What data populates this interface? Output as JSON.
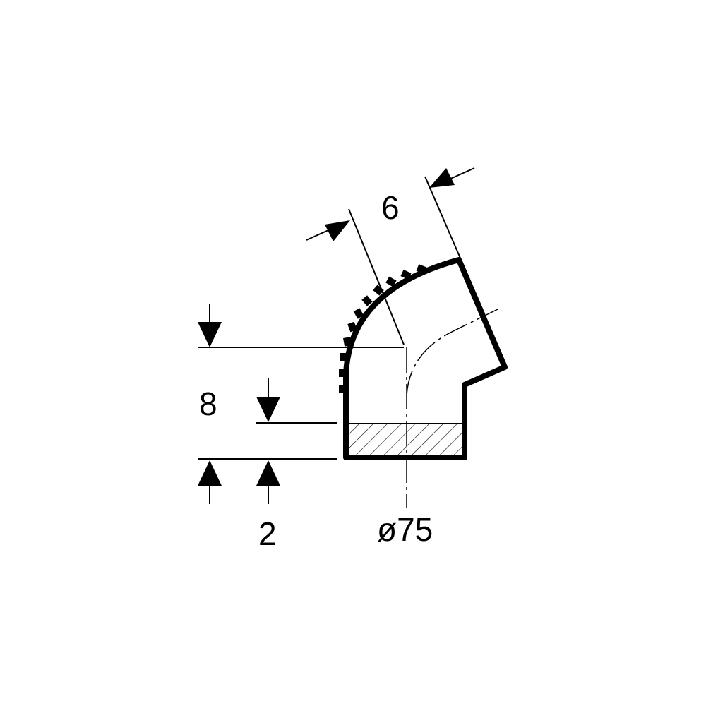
{
  "dimensions": {
    "upper_width": "6",
    "socket_depth": "8",
    "offset": "2",
    "diameter": "ø75"
  },
  "colors": {
    "line": "#000000",
    "background": "#ffffff"
  }
}
